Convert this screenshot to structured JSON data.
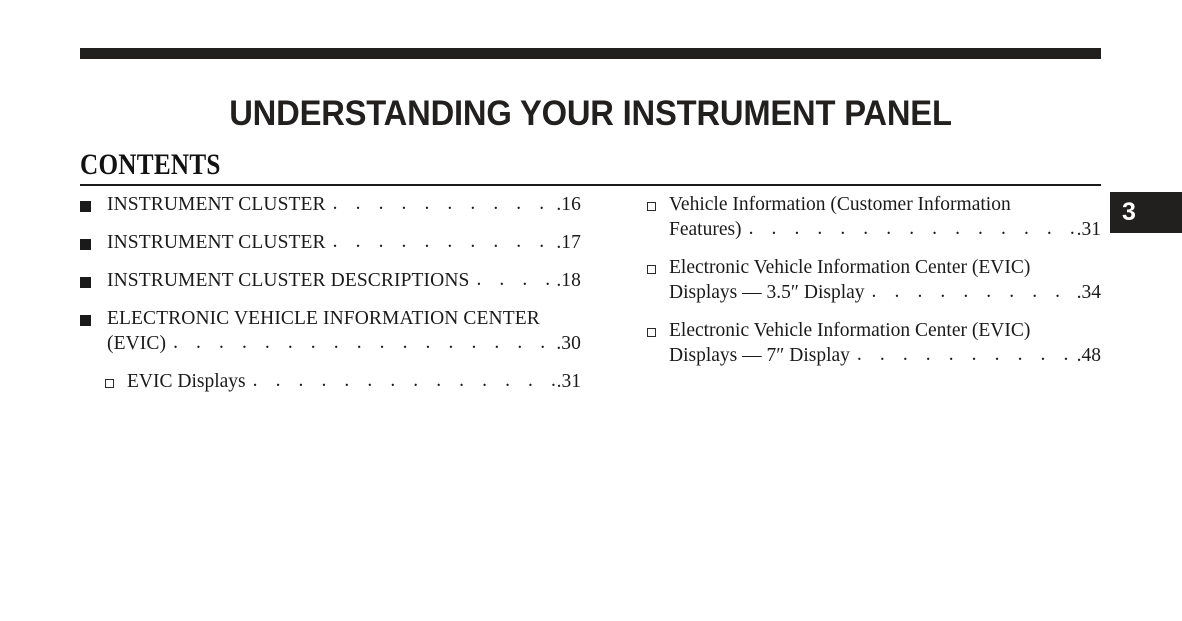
{
  "page": {
    "title": "UNDERSTANDING YOUR INSTRUMENT PANEL",
    "contents_heading": "CONTENTS",
    "tab_number": "3",
    "leader_dots": ". . . . . . . . . . . . . . . . . . . . . . . . . . . . . . . . . . . . . . . . . . . . . . . . ."
  },
  "contents": {
    "left_column": [
      {
        "bullet": "filled-square",
        "level": 1,
        "lines": [
          {
            "text": "INSTRUMENT CLUSTER",
            "leader": true,
            "page": ".16"
          }
        ]
      },
      {
        "bullet": "filled-square",
        "level": 1,
        "lines": [
          {
            "text": "INSTRUMENT CLUSTER",
            "leader": true,
            "page": ".17"
          }
        ]
      },
      {
        "bullet": "filled-square",
        "level": 1,
        "lines": [
          {
            "text": "INSTRUMENT CLUSTER DESCRIPTIONS",
            "leader": true,
            "page": ".18"
          }
        ]
      },
      {
        "bullet": "filled-square",
        "level": 1,
        "lines": [
          {
            "text": "ELECTRONIC VEHICLE INFORMATION CENTER",
            "leader": false,
            "page": ""
          },
          {
            "text": "(EVIC)",
            "leader": true,
            "page": ".30"
          }
        ]
      },
      {
        "bullet": "hollow-square",
        "level": 2,
        "lines": [
          {
            "text": "EVIC Displays",
            "leader": true,
            "page": ".31"
          }
        ]
      }
    ],
    "right_column": [
      {
        "bullet": "hollow-square",
        "level": 2,
        "lines": [
          {
            "text": "Vehicle Information (Customer Information",
            "leader": false,
            "page": ""
          },
          {
            "text": "Features)",
            "leader": true,
            "page": ".31"
          }
        ]
      },
      {
        "bullet": "hollow-square",
        "level": 2,
        "lines": [
          {
            "text": "Electronic Vehicle Information Center (EVIC)",
            "leader": false,
            "page": ""
          },
          {
            "text": "Displays — 3.5″ Display",
            "leader": true,
            "page": ".34"
          }
        ]
      },
      {
        "bullet": "hollow-square",
        "level": 2,
        "lines": [
          {
            "text": "Electronic Vehicle Information Center (EVIC)",
            "leader": false,
            "page": ""
          },
          {
            "text": "Displays — 7″ Display",
            "leader": true,
            "page": ".48"
          }
        ]
      }
    ]
  }
}
